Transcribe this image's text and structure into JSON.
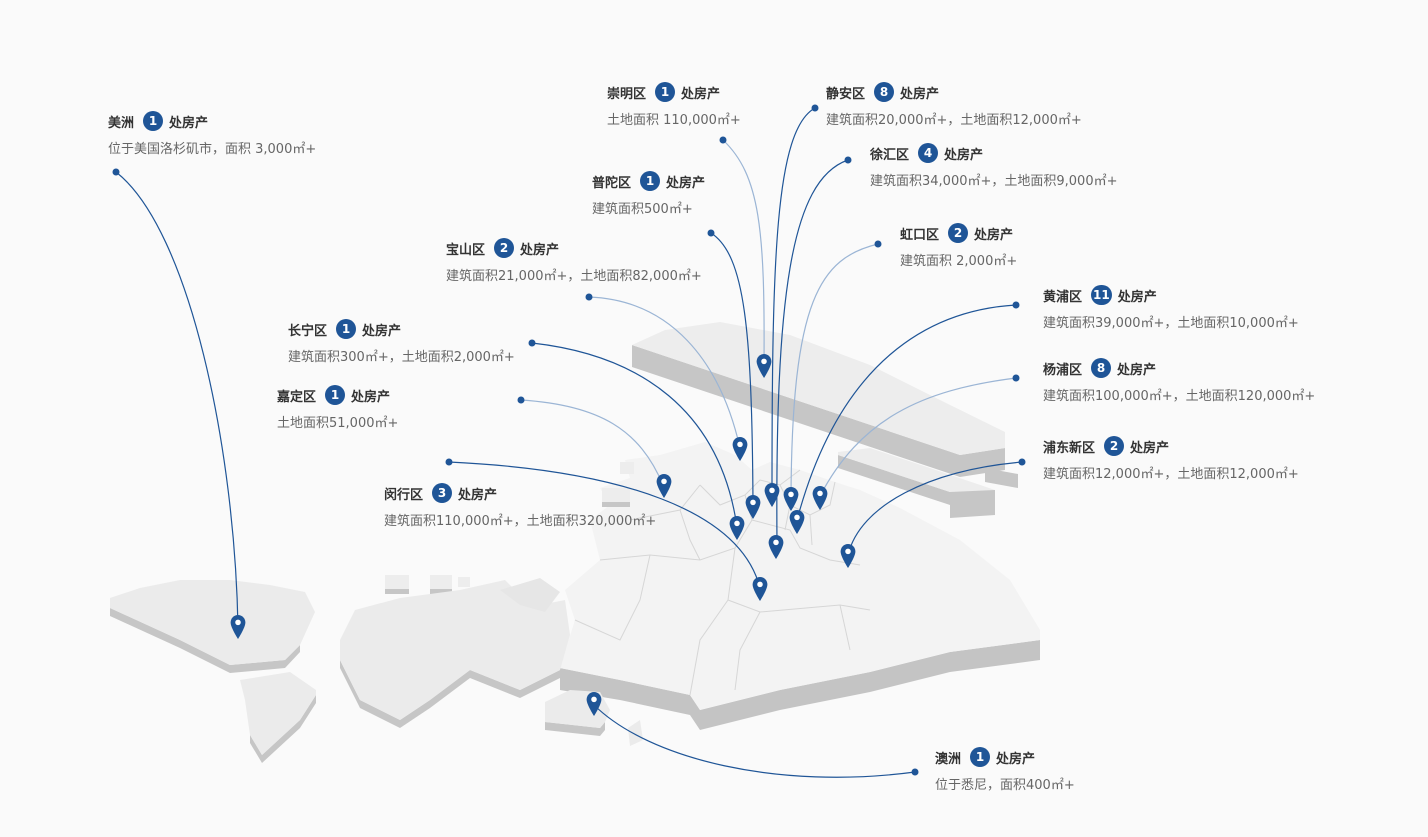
{
  "colors": {
    "accent": "#1f5597",
    "line_dark": "#1f5597",
    "line_light": "#9bb5d5",
    "land_top": "#efefef",
    "land_side": "#c8c8c8",
    "border": "#d9d9d9"
  },
  "unit_label": "处房产",
  "locations": [
    {
      "id": "americas",
      "name": "美洲",
      "count": "1",
      "desc": "位于美国洛杉矶市，面积 3,000㎡+"
    },
    {
      "id": "chongming",
      "name": "崇明区",
      "count": "1",
      "desc": "土地面积 110,000㎡+"
    },
    {
      "id": "jingan",
      "name": "静安区",
      "count": "8",
      "desc": "建筑面积20,000㎡+，土地面积12,000㎡+"
    },
    {
      "id": "putuo",
      "name": "普陀区",
      "count": "1",
      "desc": "建筑面积500㎡+"
    },
    {
      "id": "xuhui",
      "name": "徐汇区",
      "count": "4",
      "desc": "建筑面积34,000㎡+，土地面积9,000㎡+"
    },
    {
      "id": "baoshan",
      "name": "宝山区",
      "count": "2",
      "desc": "建筑面积21,000㎡+，土地面积82,000㎡+"
    },
    {
      "id": "hongkou",
      "name": "虹口区",
      "count": "2",
      "desc": "建筑面积 2,000㎡+"
    },
    {
      "id": "huangpu",
      "name": "黄浦区",
      "count": "11",
      "desc": "建筑面积39,000㎡+，土地面积10,000㎡+"
    },
    {
      "id": "changning",
      "name": "长宁区",
      "count": "1",
      "desc": "建筑面积300㎡+，土地面积2,000㎡+"
    },
    {
      "id": "yangpu",
      "name": "杨浦区",
      "count": "8",
      "desc": "建筑面积100,000㎡+，土地面积120,000㎡+"
    },
    {
      "id": "jiading",
      "name": "嘉定区",
      "count": "1",
      "desc": "土地面积51,000㎡+"
    },
    {
      "id": "pudong",
      "name": "浦东新区",
      "count": "2",
      "desc": "建筑面积12,000㎡+，土地面积12,000㎡+"
    },
    {
      "id": "minhang",
      "name": "闵行区",
      "count": "3",
      "desc": "建筑面积110,000㎡+，土地面积320,000㎡+"
    },
    {
      "id": "australia",
      "name": "澳洲",
      "count": "1",
      "desc": "位于悉尼，面积400㎡+"
    }
  ]
}
